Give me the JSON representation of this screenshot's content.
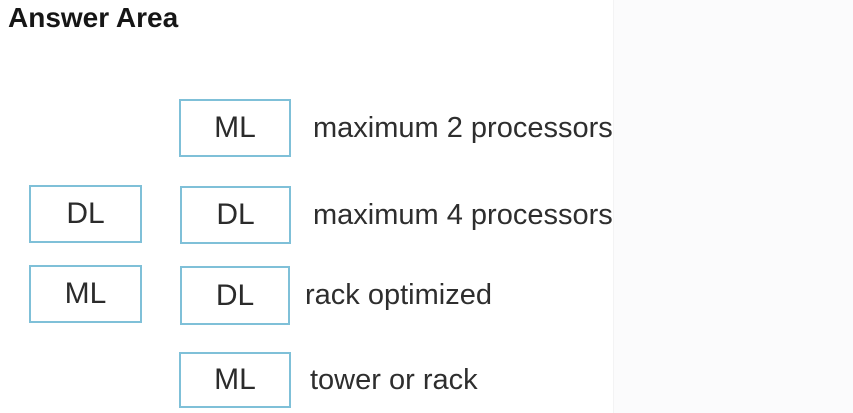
{
  "title": "Answer Area",
  "colors": {
    "box_border": "#7fc0d8",
    "box_text": "#2b2b2b",
    "label_text": "#2e2e2e",
    "title_text": "#161616"
  },
  "rows": [
    {
      "left_box": null,
      "answer_box": "ML",
      "label": "maximum 2 processors"
    },
    {
      "left_box": "DL",
      "answer_box": "DL",
      "label": "maximum 4 processors"
    },
    {
      "left_box": "ML",
      "answer_box": "DL",
      "label": "rack optimized"
    },
    {
      "left_box": null,
      "answer_box": "ML",
      "label": "tower or rack"
    }
  ]
}
